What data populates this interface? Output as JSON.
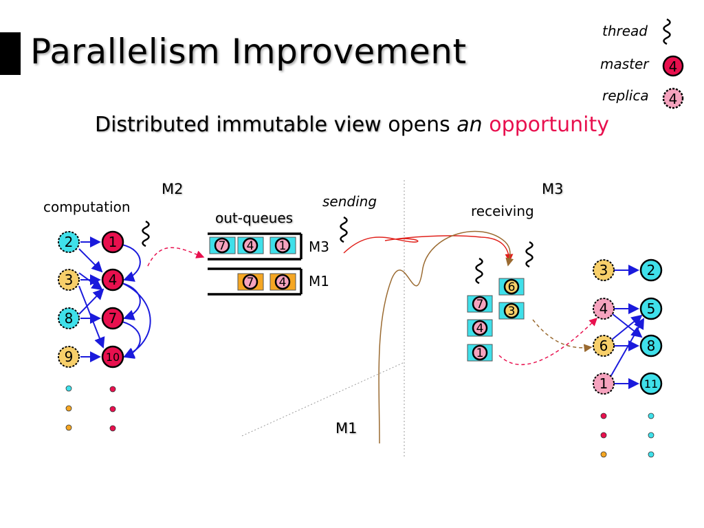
{
  "title": "Parallelism Improvement",
  "subtitle": {
    "part1": "Distributed immutable view",
    "part2": " opens ",
    "part3": "an",
    "part4": " opportunity"
  },
  "legend": {
    "thread": "thread",
    "master": "master",
    "replica": "replica",
    "master_num": "4",
    "replica_num": "4"
  },
  "machines": {
    "left": "M2",
    "right": "M3",
    "bottom": "M1"
  },
  "labels": {
    "computation": "computation",
    "sending": "sending",
    "receiving": "receiving",
    "out_queues": "out-queues",
    "queue_m3": "M3",
    "queue_m1": "M1"
  },
  "m2_nodes": {
    "replicas": [
      "2",
      "3",
      "8",
      "9"
    ],
    "masters": [
      "1",
      "4",
      "7",
      "10"
    ]
  },
  "queue_m3_items": [
    "7",
    "4",
    "1"
  ],
  "queue_m1_items": [
    "7",
    "4"
  ],
  "received_left": [
    "7",
    "4",
    "1"
  ],
  "received_right": [
    "6",
    "3"
  ],
  "m3_nodes": {
    "replicas": [
      "3",
      "4",
      "6",
      "1"
    ],
    "masters": [
      "2",
      "5",
      "8",
      "11"
    ]
  },
  "colors": {
    "master": "#e8104e",
    "replica_pink": "#f5a3be",
    "replica_cyan": "#3fe0ea",
    "replica_yellow": "#f7cf6a",
    "arrow_blue": "#1a1adc",
    "accent": "#e8104e",
    "dashed_arrow": "#e8104e",
    "red_curve": "#e0201a",
    "brown_curve": "#9a6a30",
    "queue_cyan": "#3fe0ea",
    "queue_orange": "#f5a623"
  }
}
